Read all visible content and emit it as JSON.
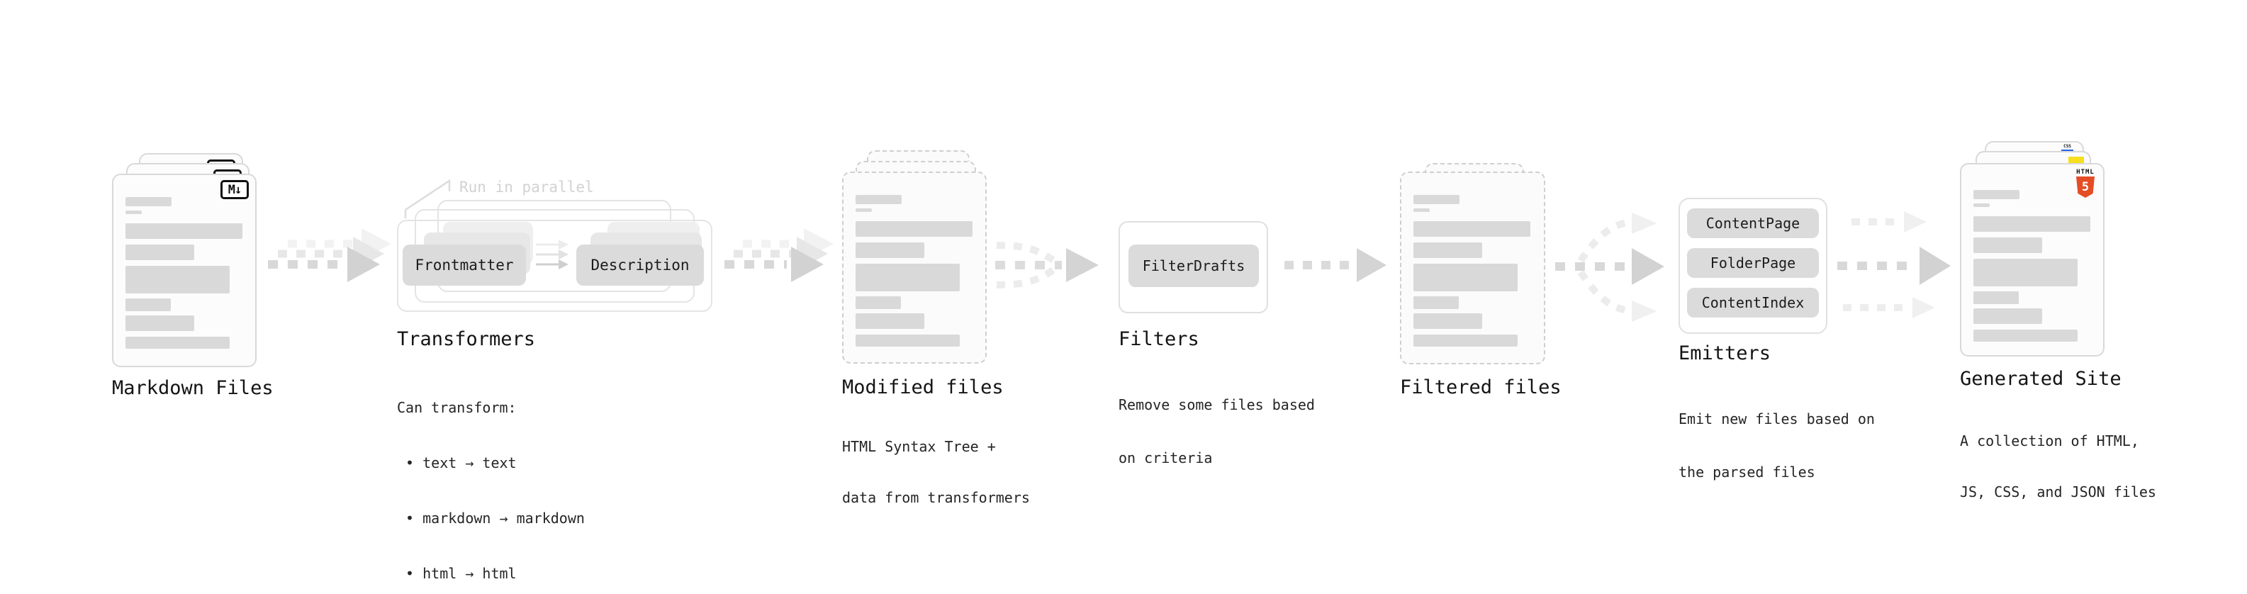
{
  "diagram": {
    "markdown_files": {
      "title": "Markdown Files",
      "badge": "M↓",
      "badge_icon": "markdown-icon"
    },
    "transformers": {
      "title": "Transformers",
      "annotation": "Run in parallel",
      "box_left": "Frontmatter",
      "box_right": "Description",
      "desc": [
        "Can transform:",
        " • text → text",
        " • markdown → markdown",
        " • html → html"
      ]
    },
    "modified_files": {
      "title": "Modified files",
      "desc": [
        "HTML Syntax Tree +",
        "data from transformers"
      ]
    },
    "filters": {
      "title": "Filters",
      "box": "FilterDrafts",
      "desc": [
        "Remove some files based",
        "on criteria"
      ]
    },
    "filtered_files": {
      "title": "Filtered files"
    },
    "emitters": {
      "title": "Emitters",
      "boxes": [
        "ContentPage",
        "FolderPage",
        "ContentIndex"
      ],
      "desc": [
        "Emit new files based on",
        "the parsed files"
      ]
    },
    "generated_site": {
      "title": "Generated Site",
      "desc": [
        "A collection of HTML,",
        "JS, CSS, and JSON files"
      ],
      "html5_word": "HTML",
      "html5_number": "5",
      "css_word": "CSS",
      "badge_icons": [
        "html5-icon",
        "js-icon",
        "css-icon"
      ]
    },
    "file_bars": [
      [
        65,
        13,
        0
      ],
      [
        23,
        5,
        6
      ],
      [
        165,
        22,
        13
      ],
      [
        97,
        22,
        8
      ],
      [
        147,
        39,
        8
      ],
      [
        64,
        18,
        7
      ],
      [
        97,
        22,
        6
      ],
      [
        147,
        17,
        8
      ]
    ],
    "colors": {
      "placeholder_bar": "#d9d9d9",
      "file_border": "#d9d9d9",
      "dashed_border": "#cfcfcf",
      "gray_box": "#dbdbdb",
      "panel_border": "#e0e0e0",
      "arrow_dark": "#d2d2d2",
      "arrow_light": "#ededed",
      "annotation_gray": "#d2d2d2",
      "title_text": "#141414",
      "body_text": "#252525",
      "html5_orange": "#e44d26",
      "js_yellow": "#f7df1e",
      "css_blue": "#2862e9"
    }
  }
}
